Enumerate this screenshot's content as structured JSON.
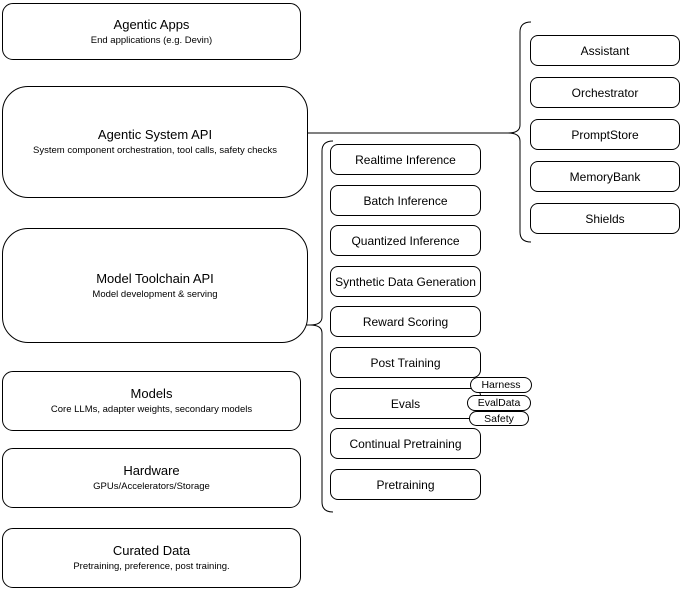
{
  "diagram": {
    "left_stack": [
      {
        "title": "Agentic Apps",
        "subtitle": "End applications (e.g. Devin)"
      },
      {
        "title": "Agentic System API",
        "subtitle": "System component orchestration, tool calls, safety checks"
      },
      {
        "title": "Model Toolchain API",
        "subtitle": "Model development & serving"
      },
      {
        "title": "Models",
        "subtitle": "Core LLMs, adapter weights, secondary models"
      },
      {
        "title": "Hardware",
        "subtitle": "GPUs/Accelerators/Storage"
      },
      {
        "title": "Curated Data",
        "subtitle": "Pretraining, preference, post training."
      }
    ],
    "toolchain_items": [
      {
        "label": "Realtime Inference"
      },
      {
        "label": "Batch Inference"
      },
      {
        "label": "Quantized Inference"
      },
      {
        "label": "Synthetic Data Generation"
      },
      {
        "label": "Reward Scoring"
      },
      {
        "label": "Post Training"
      },
      {
        "label": "Evals"
      },
      {
        "label": "Continual Pretraining"
      },
      {
        "label": "Pretraining"
      }
    ],
    "evals_tags": [
      {
        "label": "Harness"
      },
      {
        "label": "EvalData"
      },
      {
        "label": "Safety"
      }
    ],
    "system_items": [
      {
        "label": "Assistant"
      },
      {
        "label": "Orchestrator"
      },
      {
        "label": "PromptStore"
      },
      {
        "label": "MemoryBank"
      },
      {
        "label": "Shields"
      }
    ],
    "colors": {
      "stroke": "#000000",
      "fill": "#ffffff",
      "background": "#ffffff"
    }
  }
}
